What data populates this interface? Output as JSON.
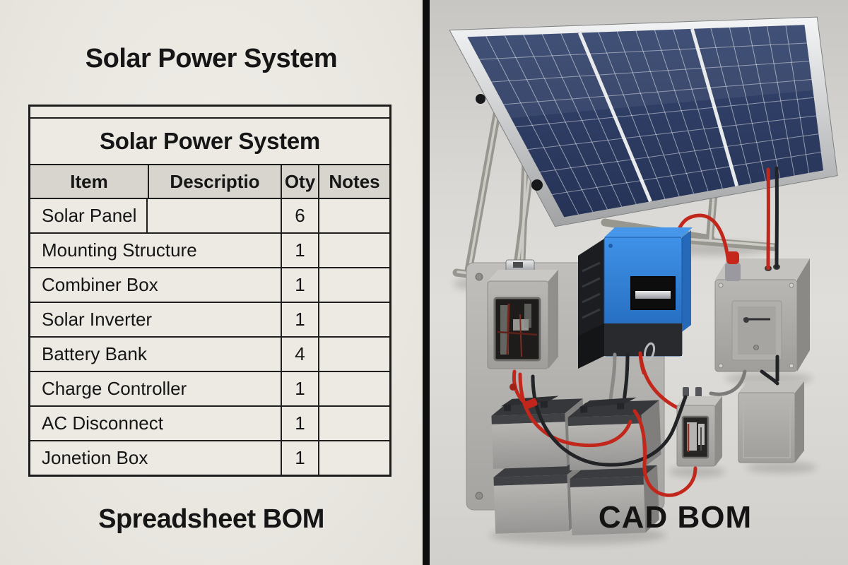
{
  "left": {
    "title": "Solar Power System",
    "caption": "Spreadsheet BOM",
    "table": {
      "title": "Solar Power System",
      "headers": [
        "Item",
        "Descriptio",
        "Oty",
        "Notes"
      ],
      "rows": [
        {
          "item": "Solar Panel",
          "desc": "",
          "qty": "6",
          "notes": ""
        },
        {
          "item": "Mounting Structure",
          "desc": "",
          "qty": "1",
          "notes": ""
        },
        {
          "item": "Combiner Box",
          "desc": "",
          "qty": "1",
          "notes": ""
        },
        {
          "item": "Solar Inverter",
          "desc": "",
          "qty": "1",
          "notes": ""
        },
        {
          "item": "Battery Bank",
          "desc": "",
          "qty": "4",
          "notes": ""
        },
        {
          "item": "Charge Controller",
          "desc": "",
          "qty": "1",
          "notes": ""
        },
        {
          "item": "AC Disconnect",
          "desc": "",
          "qty": "1",
          "notes": ""
        },
        {
          "item": "Jonetion Box",
          "desc": "",
          "qty": "1",
          "notes": ""
        }
      ]
    }
  },
  "right": {
    "caption": "CAD BOM",
    "components": [
      "solar-panel-array",
      "mounting-structure",
      "combiner-box",
      "charge-controller",
      "ac-disconnect",
      "junction-box",
      "battery-bank",
      "equipment-backplate"
    ],
    "colors": {
      "panel_cell": "#2e3d63",
      "controller_blue": "#2f84dc",
      "wire_red": "#c2271c",
      "wire_black": "#222326",
      "enclosure_gray": "#aaa9a6",
      "wall": "#d6d4d0"
    }
  }
}
